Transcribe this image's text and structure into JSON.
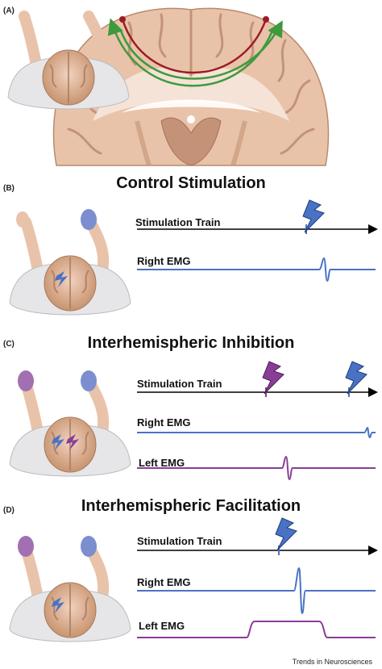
{
  "panels": {
    "a": {
      "label": "(A)"
    },
    "b": {
      "label": "(B)",
      "title": "Control Stimulation",
      "traces": {
        "stim": "Stimulation Train",
        "right": "Right EMG"
      }
    },
    "c": {
      "label": "(C)",
      "title": "Interhemispheric Inhibition",
      "traces": {
        "stim": "Stimulation Train",
        "right": "Right EMG",
        "left": "Left EMG"
      }
    },
    "d": {
      "label": "(D)",
      "title": "Interhemispheric Facilitation",
      "traces": {
        "stim": "Stimulation Train",
        "right": "Right EMG",
        "left": "Left EMG"
      }
    }
  },
  "credit": "Trends in Neurosciences",
  "colors": {
    "right_emg": "#4a72c4",
    "left_emg": "#8a3d97",
    "arrow_green": "#3d9a3d",
    "arrow_red": "#9c1c22",
    "brain": "#e8c0a6"
  }
}
